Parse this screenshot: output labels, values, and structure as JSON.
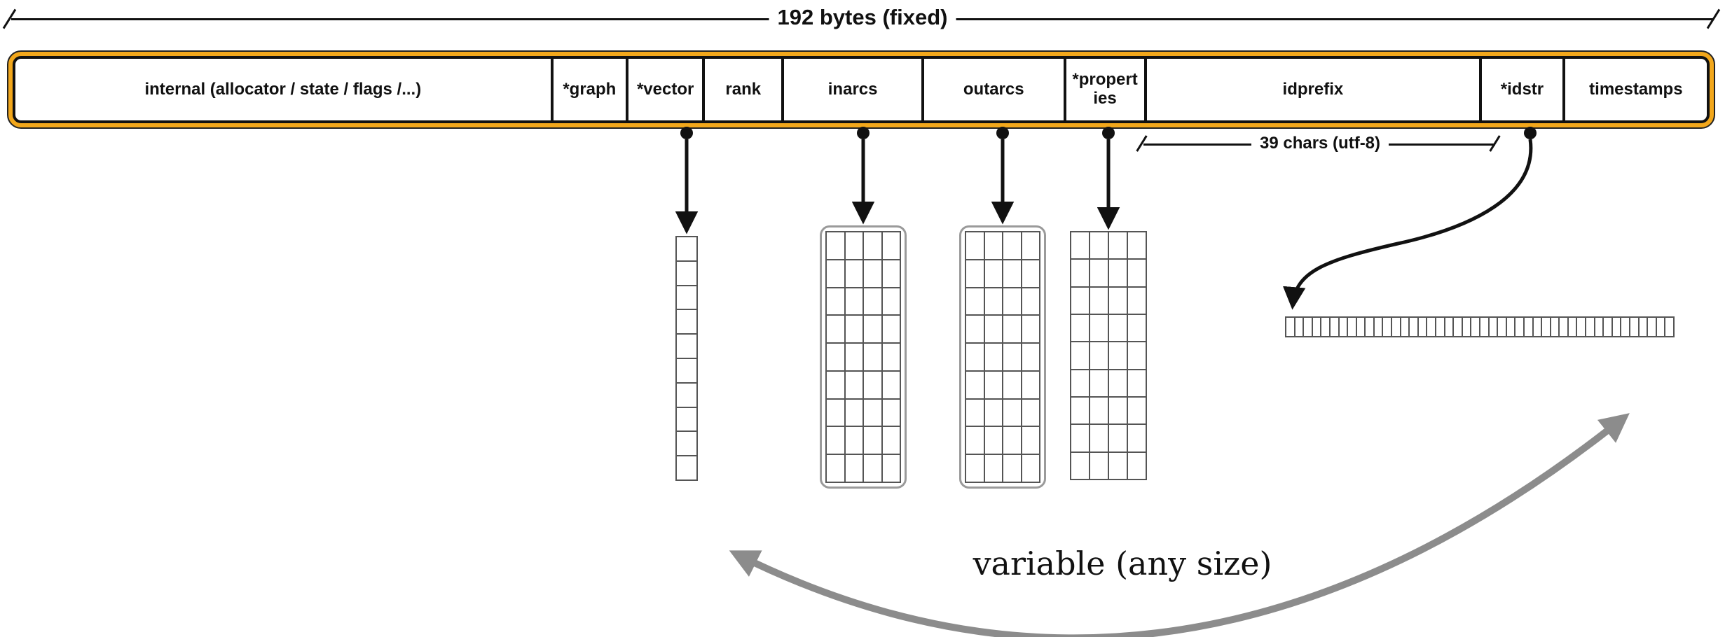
{
  "colors": {
    "struct_accent": "#F2A71B",
    "line_black": "#111111",
    "arrow_gray": "#8c8c8c"
  },
  "top_bracket": {
    "label": "192 bytes (fixed)"
  },
  "struct": {
    "fields": [
      {
        "label": "internal (allocator / state / flags /...)"
      },
      {
        "label": "*graph"
      },
      {
        "label": "*vector"
      },
      {
        "label": "rank"
      },
      {
        "label": "inarcs"
      },
      {
        "label": "outarcs"
      },
      {
        "label": "*properties"
      },
      {
        "label": "idprefix"
      },
      {
        "label": "*idstr"
      },
      {
        "label": "timestamps"
      }
    ]
  },
  "idprefix_bracket": {
    "label": "39 chars (utf-8)"
  },
  "variable_label": "variable (any size)",
  "heaps": {
    "vector": {
      "cols": 1,
      "rows": 10
    },
    "inarcs": {
      "cols": 4,
      "rows": 9
    },
    "outarcs": {
      "cols": 4,
      "rows": 9
    },
    "properties": {
      "cols": 4,
      "rows": 9
    },
    "idstr": {
      "cols": 44,
      "rows": 1
    }
  }
}
